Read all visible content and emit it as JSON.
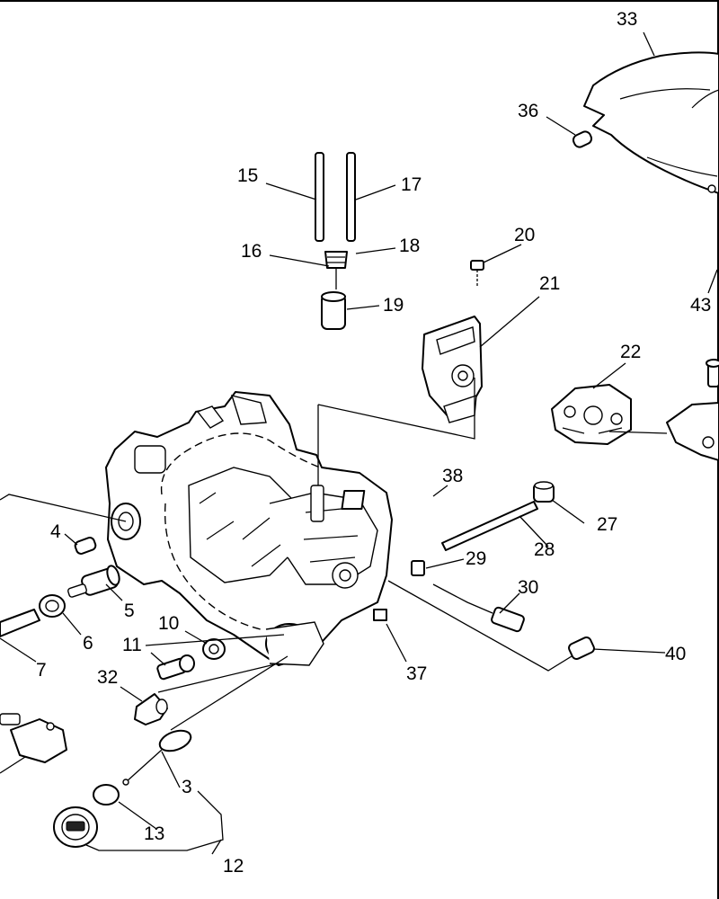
{
  "callouts": [
    {
      "id": "c3",
      "label": "3"
    },
    {
      "id": "c4",
      "label": "4"
    },
    {
      "id": "c5",
      "label": "5"
    },
    {
      "id": "c6",
      "label": "6"
    },
    {
      "id": "c7",
      "label": "7"
    },
    {
      "id": "c10",
      "label": "10"
    },
    {
      "id": "c11",
      "label": "11"
    },
    {
      "id": "c12",
      "label": "12"
    },
    {
      "id": "c13",
      "label": "13"
    },
    {
      "id": "c15",
      "label": "15"
    },
    {
      "id": "c16",
      "label": "16"
    },
    {
      "id": "c17",
      "label": "17"
    },
    {
      "id": "c18",
      "label": "18"
    },
    {
      "id": "c19",
      "label": "19"
    },
    {
      "id": "c20",
      "label": "20"
    },
    {
      "id": "c21",
      "label": "21"
    },
    {
      "id": "c22",
      "label": "22"
    },
    {
      "id": "c27",
      "label": "27"
    },
    {
      "id": "c28",
      "label": "28"
    },
    {
      "id": "c29",
      "label": "29"
    },
    {
      "id": "c30",
      "label": "30"
    },
    {
      "id": "c32",
      "label": "32"
    },
    {
      "id": "c33",
      "label": "33"
    },
    {
      "id": "c36",
      "label": "36"
    },
    {
      "id": "c37",
      "label": "37"
    },
    {
      "id": "c38",
      "label": "38"
    },
    {
      "id": "c40",
      "label": "40"
    },
    {
      "id": "c43",
      "label": "43"
    }
  ]
}
